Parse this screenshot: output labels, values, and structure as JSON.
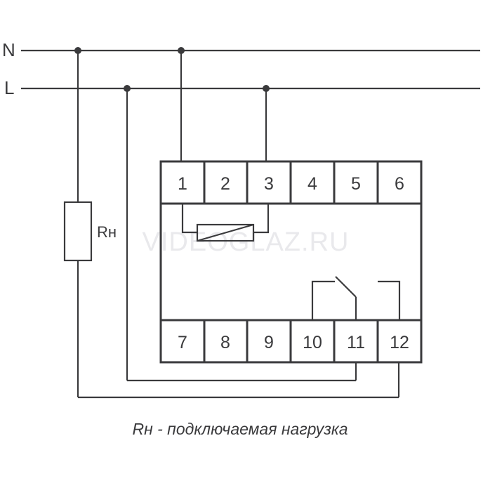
{
  "lines": {
    "neutral": "N",
    "live": "L"
  },
  "load_label": "Rн",
  "terminals_top": [
    "1",
    "2",
    "3",
    "4",
    "5",
    "6"
  ],
  "terminals_bottom": [
    "7",
    "8",
    "9",
    "10",
    "11",
    "12"
  ],
  "watermark": "VIDEOGLAZ.RU",
  "caption": "Rн - подключаемая нагрузка",
  "colors": {
    "ink": "#3a3a3c",
    "watermark": "#e9e9ec",
    "background": "#ffffff"
  }
}
